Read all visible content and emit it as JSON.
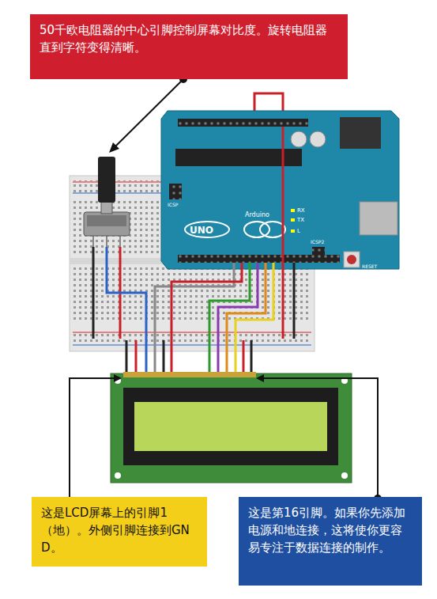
{
  "diagram": {
    "nodes": [
      {
        "text": [
          "50千欧电阻器的中心引脚控制屏幕对比度。旋转电阻器直到字符变得清晰。"
        ]
      },
      {
        "text": [
          "这是LCD屏幕上的引脚1（地）。外侧引脚连接到GND。"
        ]
      },
      {
        "text": [
          "这是第16引脚。如果你先添加电源和地连接，这将使你更容易专注于数据连接的制作。"
        ]
      }
    ],
    "labels": [
      "UNO",
      "Arduino",
      "RX",
      "TX",
      "L",
      "ICSP",
      "ICSP2",
      "RESET"
    ]
  }
}
